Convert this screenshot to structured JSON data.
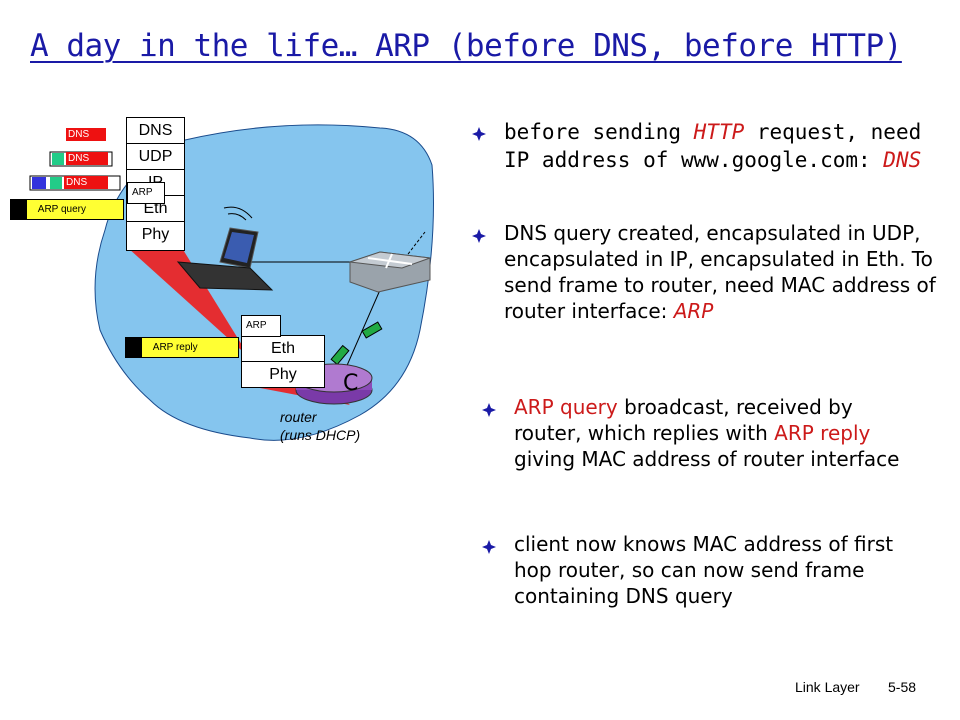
{
  "slide": {
    "title": "A day in the life… ARP (before DNS, before HTTP)",
    "footer_left": "Link Layer",
    "footer_right": "5-58"
  },
  "bullets": {
    "b1": {
      "t1": "before sending ",
      "t2": "HTTP",
      "t3": " request, need IP address of www.google.com:  ",
      "t4": "DNS"
    },
    "b2": {
      "t1": "DNS query created, encapsulated in UDP, encapsulated in IP, encapsulated in Eth.  To send frame to router, need MAC address of router interface: ",
      "t2": "ARP"
    },
    "b3": {
      "t1": "ARP query",
      "t2": " broadcast, received by router, which replies with ",
      "t3": "ARP reply",
      "t4": " giving MAC address of router interface"
    },
    "b4": {
      "t1": "client now knows MAC address of first hop router, so can now send frame containing DNS query"
    }
  },
  "diagram": {
    "client_stack": [
      "DNS",
      "UDP",
      "IP",
      "Eth",
      "Phy"
    ],
    "client_arp_tag": "ARP",
    "router_stack": [
      "Eth",
      "Phy"
    ],
    "router_arp_tag": "ARP",
    "packet_dns": "DNS",
    "packet_arp_query": "ARP query",
    "packet_arp_reply": "ARP reply",
    "router_label": "router\n(runs DHCP)"
  },
  "colors": {
    "title": "#1a1aa6",
    "accent_red": "#cc1a1a",
    "network_cloud": "#85c5ee",
    "packet_dns": "#ee1111",
    "packet_green": "#22cc88",
    "packet_blue": "#3333dd",
    "arp_yellow": "#ffff33"
  },
  "icons": {
    "bullet": "diamond-bullet-icon",
    "laptop": "laptop-icon",
    "switch": "switch-icon",
    "router": "router-icon"
  }
}
